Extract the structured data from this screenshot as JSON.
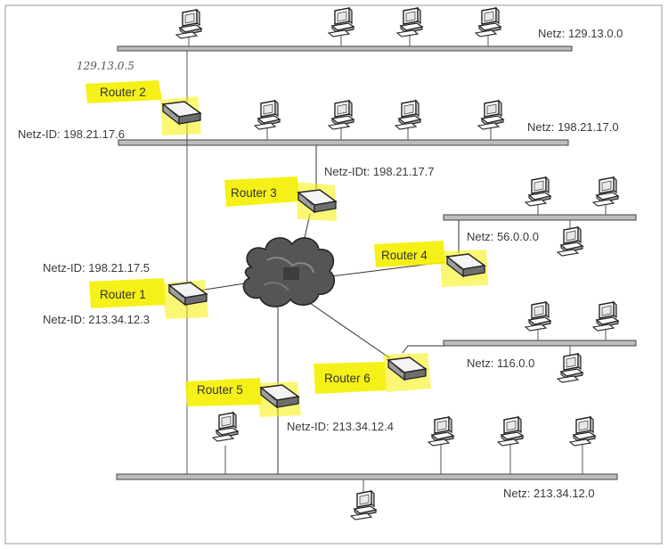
{
  "networks": {
    "net1": "Netz: 129.13.0.0",
    "net2": "Netz: 198.21.17.0",
    "net3": "Netz: 56.0.0.0",
    "net4": "Netz: 116.0.0",
    "net5": "Netz: 213.34.12.0"
  },
  "interfaces": {
    "r2_hand": "129.13.0.5",
    "r2_id": "Netz-ID: 198.21.17.6",
    "r3_id": "Netz-IDt: 198.21.17.7",
    "r1_top": "Netz-ID: 198.21.17.5",
    "r1_bottom": "Netz-ID: 213.34.12.3",
    "r5_id": "Netz-ID: 213.34.12.4"
  },
  "routers": {
    "r1": "Router 1",
    "r2": "Router 2",
    "r3": "Router 3",
    "r4": "Router 4",
    "r5": "Router 5",
    "r6": "Router 6"
  },
  "colors": {
    "highlight": "#f5f000",
    "bus": "#bdbdbd",
    "line": "#333333",
    "cloud": "#555555"
  }
}
